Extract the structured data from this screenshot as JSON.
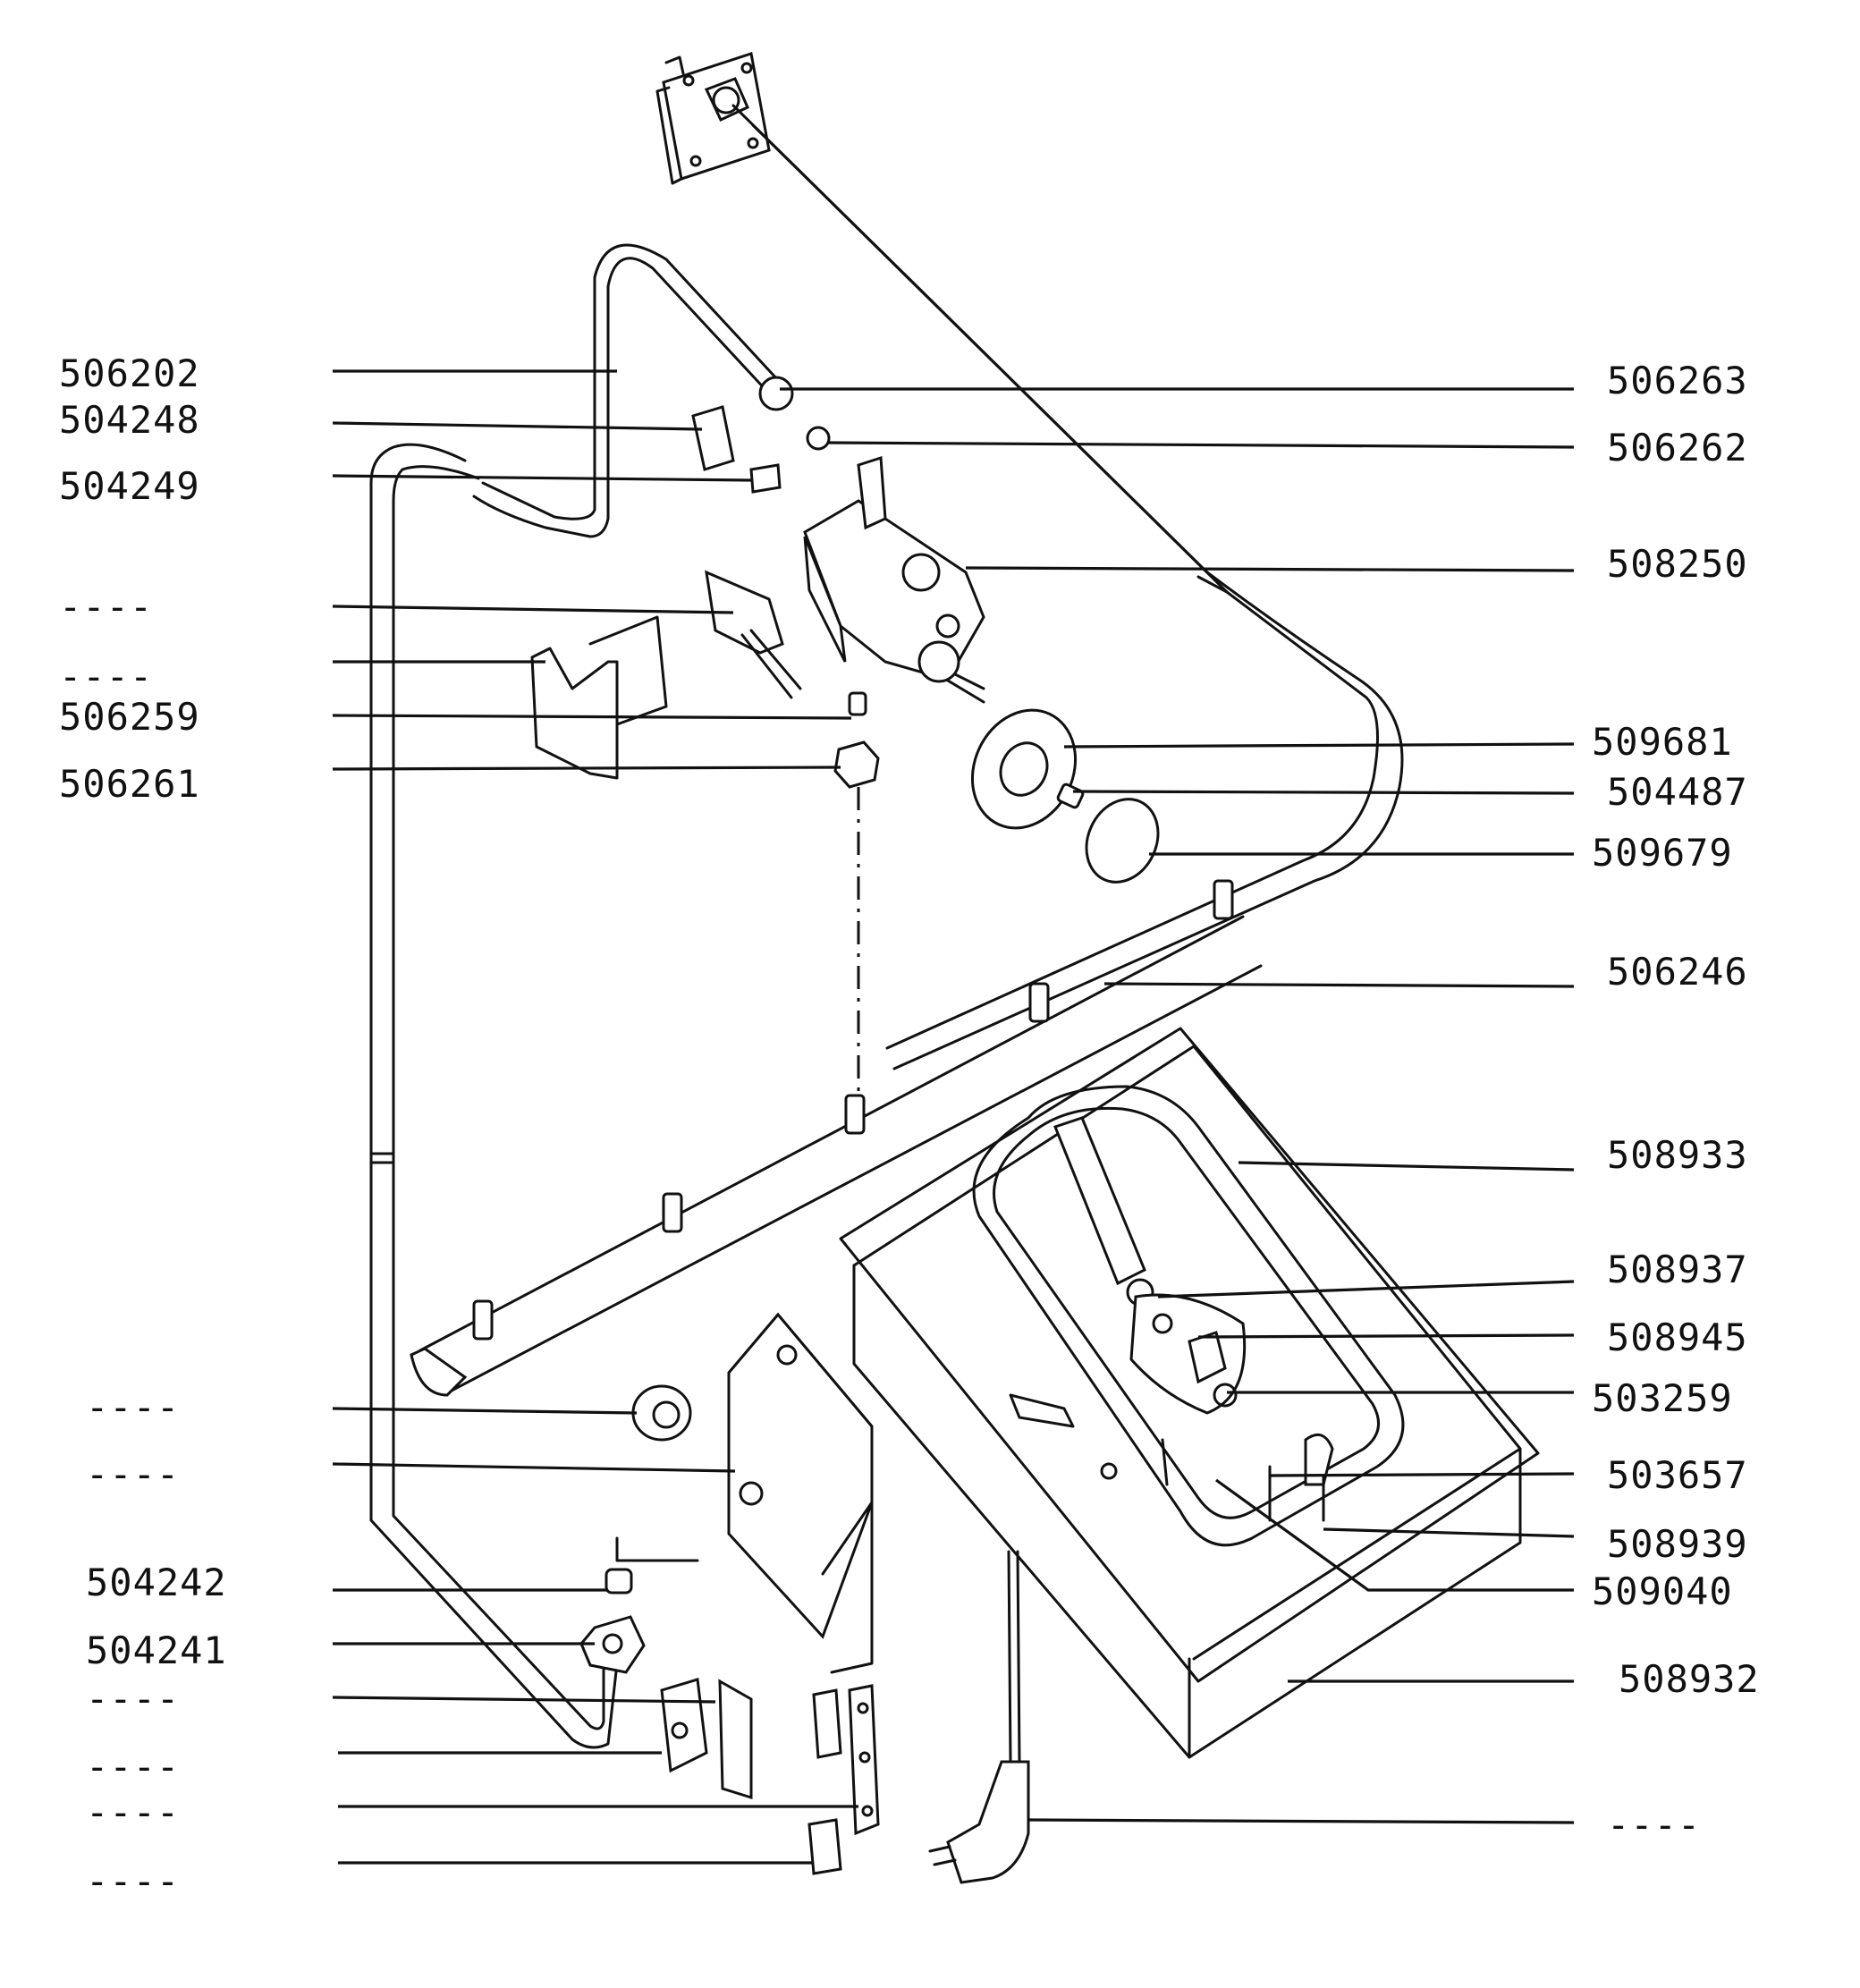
{
  "diagram": {
    "left_labels": [
      {
        "id": "l1",
        "text": "506202"
      },
      {
        "id": "l2",
        "text": "504248"
      },
      {
        "id": "l3",
        "text": "504249"
      },
      {
        "id": "l4",
        "text": "----"
      },
      {
        "id": "l5",
        "text": "----"
      },
      {
        "id": "l6",
        "text": "506259"
      },
      {
        "id": "l7",
        "text": "506261"
      },
      {
        "id": "l8",
        "text": "----"
      },
      {
        "id": "l9",
        "text": "----"
      },
      {
        "id": "l10",
        "text": "504242"
      },
      {
        "id": "l11",
        "text": "504241"
      },
      {
        "id": "l12",
        "text": "----"
      },
      {
        "id": "l13",
        "text": "----"
      },
      {
        "id": "l14",
        "text": "----"
      },
      {
        "id": "l15",
        "text": "----"
      }
    ],
    "right_labels": [
      {
        "id": "r1",
        "text": "506263"
      },
      {
        "id": "r2",
        "text": "506262"
      },
      {
        "id": "r3",
        "text": "508250"
      },
      {
        "id": "r4",
        "text": "509681"
      },
      {
        "id": "r5",
        "text": "504487"
      },
      {
        "id": "r6",
        "text": "509679"
      },
      {
        "id": "r7",
        "text": "506246"
      },
      {
        "id": "r8",
        "text": "508933"
      },
      {
        "id": "r9",
        "text": "508937"
      },
      {
        "id": "r10",
        "text": "508945"
      },
      {
        "id": "r11",
        "text": "503259"
      },
      {
        "id": "r12",
        "text": "503657"
      },
      {
        "id": "r13",
        "text": "508939"
      },
      {
        "id": "r14",
        "text": "509040"
      },
      {
        "id": "r15",
        "text": "508932"
      },
      {
        "id": "r16",
        "text": "----"
      }
    ]
  }
}
